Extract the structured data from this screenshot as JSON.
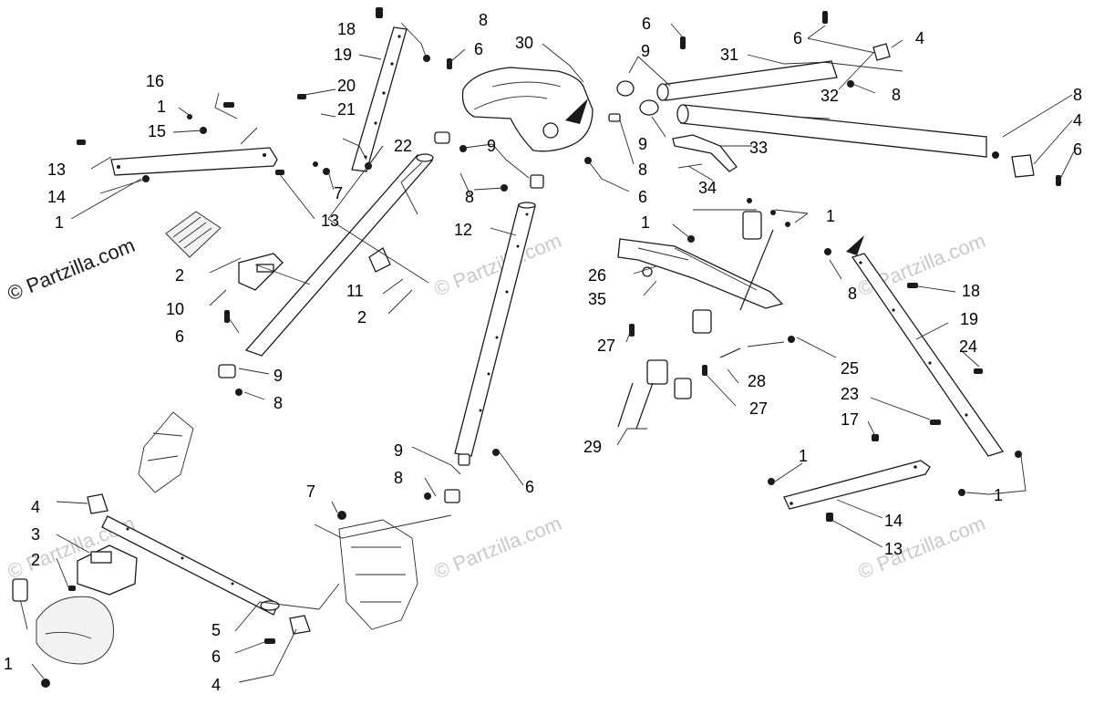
{
  "watermark": {
    "main": "© Partzilla.com",
    "repeat": "© Partzilla.com"
  },
  "callouts": [
    "1",
    "2",
    "3",
    "4",
    "5",
    "6",
    "7",
    "8",
    "9",
    "10",
    "11",
    "12",
    "13",
    "14",
    "15",
    "16",
    "17",
    "18",
    "19",
    "20",
    "21",
    "22",
    "23",
    "24",
    "25",
    "26",
    "27",
    "28",
    "29",
    "30",
    "31",
    "32",
    "33",
    "34",
    "35"
  ]
}
